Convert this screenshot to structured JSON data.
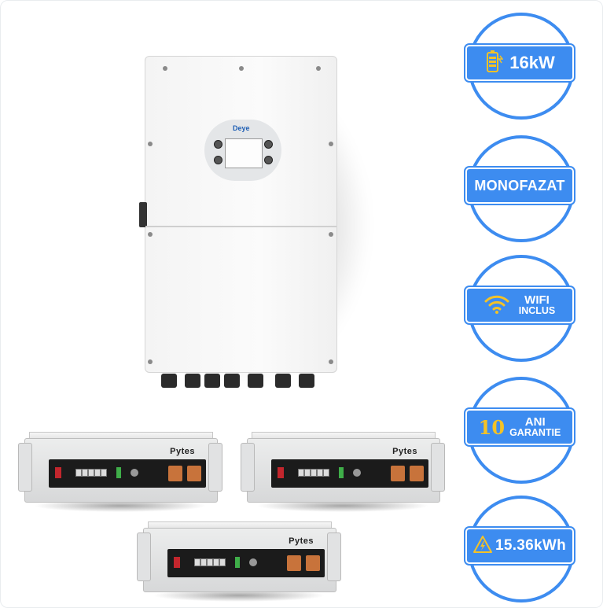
{
  "inverter": {
    "brand": "Deye"
  },
  "batteries": {
    "brand": "Pytes"
  },
  "badges": [
    {
      "text": "16kW",
      "icon": "battery-charge-icon"
    },
    {
      "text": "MONOFAZAT"
    },
    {
      "line1": "WIFI",
      "line2": "INCLUS",
      "icon": "wifi-icon"
    },
    {
      "number": "10",
      "line1": "ANI",
      "line2": "GARANTIE"
    },
    {
      "text": "15.36kWh",
      "icon": "warning-lightning-icon"
    }
  ],
  "colors": {
    "badge_blue": "#3d8cf0",
    "accent_yellow": "#f3c227",
    "terminal_copper": "#c8733b"
  }
}
